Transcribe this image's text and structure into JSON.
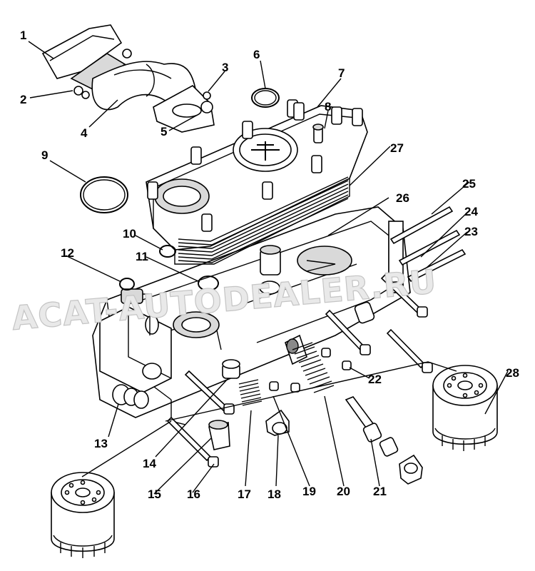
{
  "watermark": "ACAT-AUTODEALER.RU",
  "callouts": [
    "1",
    "2",
    "3",
    "4",
    "5",
    "6",
    "7",
    "8",
    "9",
    "10",
    "11",
    "12",
    "13",
    "14",
    "15",
    "16",
    "17",
    "18",
    "19",
    "20",
    "21",
    "22",
    "23",
    "24",
    "25",
    "26",
    "27",
    "28"
  ],
  "colors": {
    "line": "#000000",
    "background": "#ffffff",
    "watermark_fill": "#e9e9e9",
    "watermark_stroke": "#c4c4c4",
    "shade": "#d9d9d9"
  }
}
